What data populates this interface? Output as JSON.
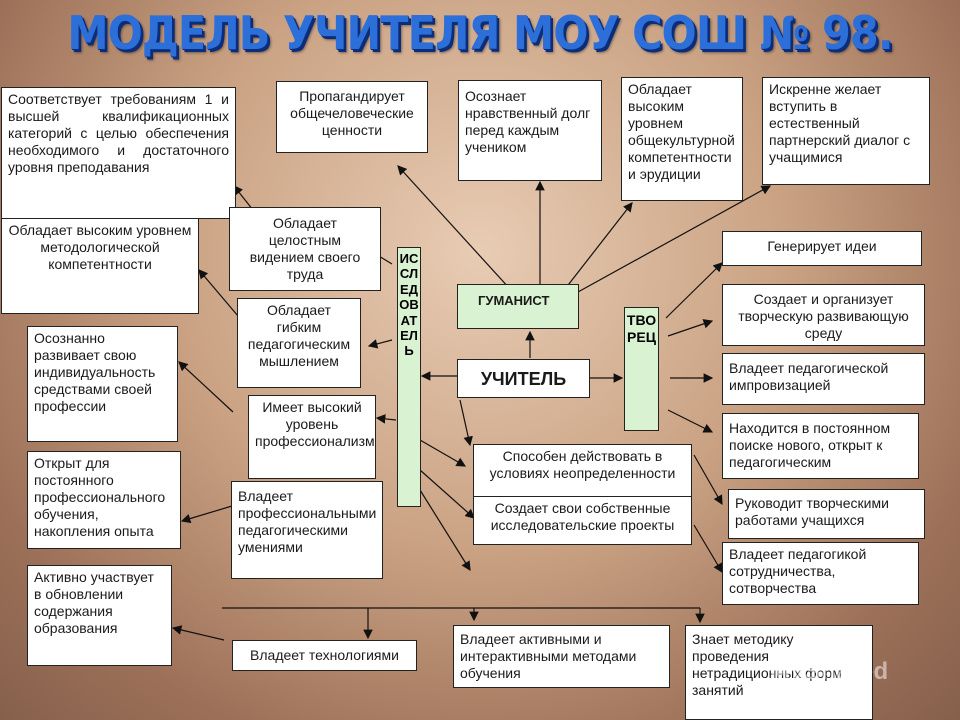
{
  "title": "МОДЕЛЬ УЧИТЕЛЯ МОУ СОШ № 98.",
  "nodes": {
    "teacher": "УЧИТЕЛЬ",
    "humanist": "ГУМАНИСТ",
    "researcher": "ИССЛЕДОВАТЕЛЬ",
    "creator": "ТВОРЕЦ"
  },
  "left_column": [
    "Соответствует требованиям 1 и высшей квалификационных категорий с целью обеспечения необходимого и достаточного уровня преподавания",
    "Обладает высоким уровнем методологической компетентности",
    "Осознанно развивает свою индивидуальность средствами своей профессии",
    "Открыт для постоянного профессионального обучения, накопления опыта",
    "Активно участвует в обновлении содержания образования"
  ],
  "research_traits": [
    "Обладает целостным видением своего труда",
    "Обладает гибким педагогическим мышлением",
    "Имеет высокий уровень профессионализма",
    "Владеет профессиональными педагогическими умениями"
  ],
  "top_row": [
    "Пропагандирует общечеловеческие ценности",
    "Осознает нравственный долг перед каждым учеником",
    "Обладает высоким уровнем общекультурной компетентности и эрудиции",
    "Искренне желает вступить в естественный партнерский диалог с учащимися"
  ],
  "center_boxes": [
    "Способен действовать в условиях неопределенности",
    "Создает свои собственные исследовательские проекты"
  ],
  "right_column": [
    "Генерирует идеи",
    "Создает и организует творческую развивающую среду",
    "Владеет педагогической импровизацией",
    "Находится в постоянном поиске нового, открыт к педагогическим",
    "Руководит творческими работами учащихся",
    "Владеет педагогикой сотрудничества, сотворчества"
  ],
  "bottom_row": [
    "Владеет технологиями",
    "Владеет активными и интерактивными методами обучения",
    "Знает методику проведения нетрадиционных форм занятий"
  ],
  "watermark": "MyShared"
}
